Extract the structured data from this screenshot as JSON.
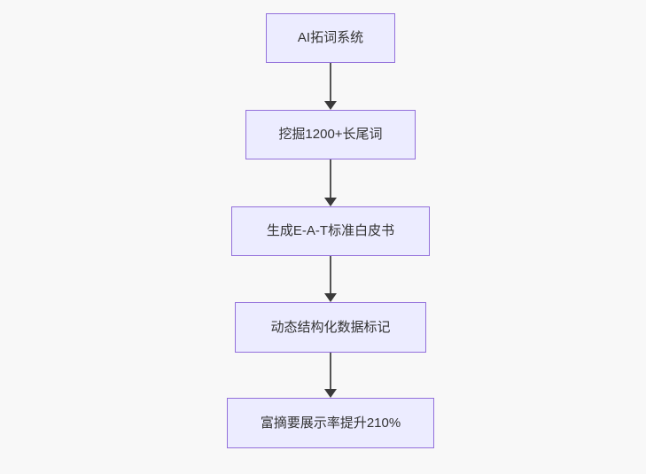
{
  "diagram": {
    "type": "flowchart-top-down",
    "colors": {
      "background": "#f8f8f8",
      "node_fill": "#ECECFF",
      "node_border": "#9370DB",
      "arrow": "#3a3a3a",
      "text": "#333333"
    },
    "nodes": [
      {
        "id": "n1",
        "label": "AI拓词系统"
      },
      {
        "id": "n2",
        "label": "挖掘1200+长尾词"
      },
      {
        "id": "n3",
        "label": "生成E-A-T标准白皮书"
      },
      {
        "id": "n4",
        "label": "动态结构化数据标记"
      },
      {
        "id": "n5",
        "label": "富摘要展示率提升210%"
      }
    ],
    "edges": [
      {
        "from": "n1",
        "to": "n2"
      },
      {
        "from": "n2",
        "to": "n3"
      },
      {
        "from": "n3",
        "to": "n4"
      },
      {
        "from": "n4",
        "to": "n5"
      }
    ]
  }
}
